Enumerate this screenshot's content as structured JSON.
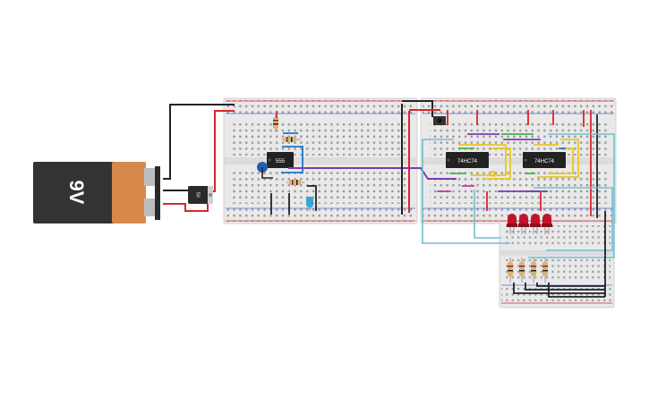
{
  "battery": {
    "label": "9V",
    "body_color": "#333333",
    "cap_color": "#d7894b"
  },
  "regulator": {
    "label": "5V"
  },
  "chips": [
    {
      "id": "timer",
      "label": "555"
    },
    {
      "id": "flipflop-1",
      "label": "74HC74"
    },
    {
      "id": "flipflop-2",
      "label": "74HC74"
    }
  ],
  "leds": {
    "count": 4,
    "color": "#c0142b"
  },
  "resistors": {
    "led_resistor_count": 4
  },
  "wire_colors": {
    "power": "#d9262b",
    "ground": "#222222",
    "signal_purple": "#7a3db0",
    "signal_yellow": "#e7c624",
    "signal_green": "#43b548",
    "signal_cyan": "#6fbfcf",
    "signal_blue": "#1e76c8",
    "signal_magenta": "#c23aa4"
  }
}
